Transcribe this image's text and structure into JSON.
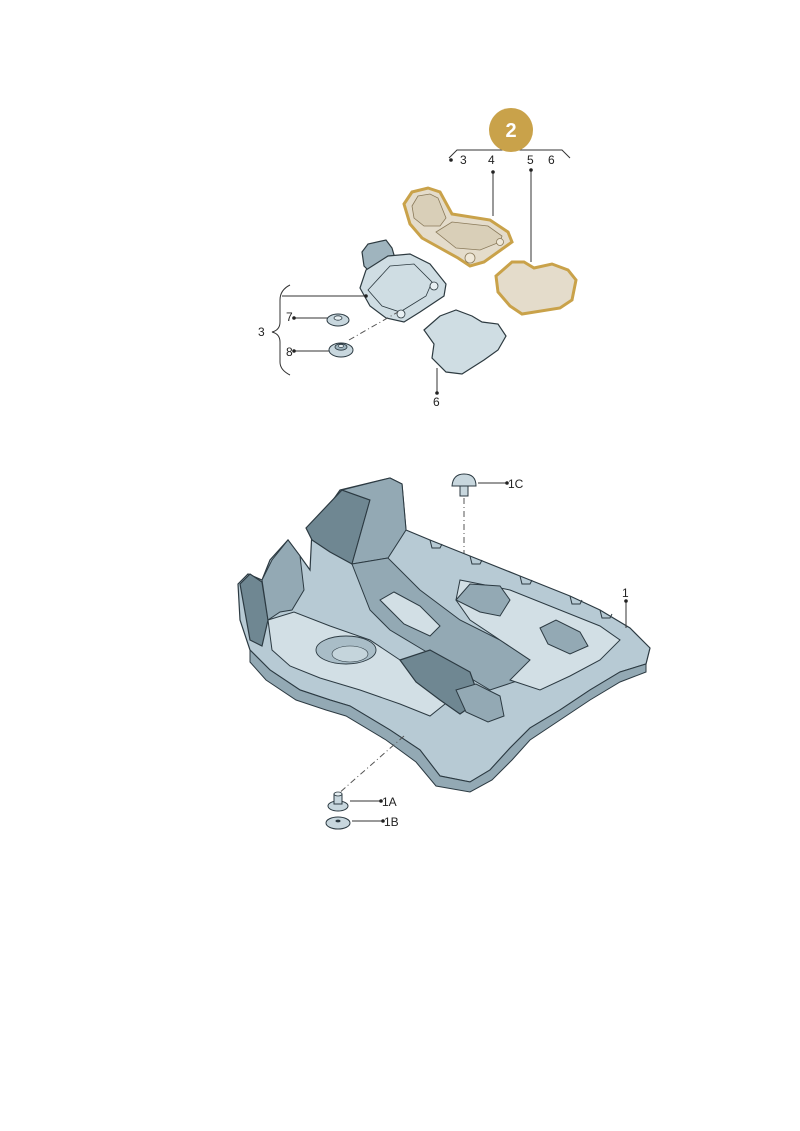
{
  "callout": {
    "text": "2",
    "color": "#c9a24a"
  },
  "labels": {
    "l3_top": "3",
    "l4": "4",
    "l5": "5",
    "l6_top": "6",
    "l3_side": "3",
    "l7": "7",
    "l8": "8",
    "l6_bottom": "6",
    "l1C": "1C",
    "l1": "1",
    "l1A": "1A",
    "l1B": "1B"
  },
  "colors": {
    "highlight": "#c9a24a",
    "mat_grey": "#cfdde3",
    "carpet": "#b7cad4"
  }
}
